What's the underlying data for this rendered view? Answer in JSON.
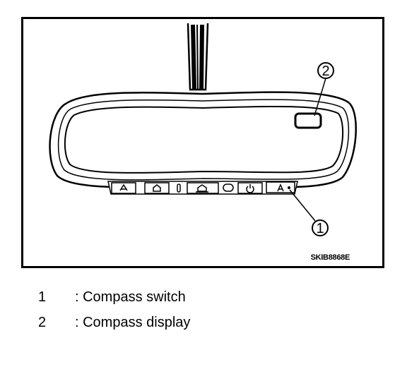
{
  "figure": {
    "code": "SKIB8868E",
    "callouts": [
      {
        "number": "1",
        "target": "compass-switch"
      },
      {
        "number": "2",
        "target": "compass-display"
      }
    ],
    "button_icons": [
      "up-arrow-house-icon",
      "house-icon",
      "indicator-slot",
      "house-arrow-icon",
      "oval-indicator",
      "power-icon",
      "compass-switch-icon"
    ]
  },
  "legend": [
    {
      "number": "1",
      "text": ": Compass switch"
    },
    {
      "number": "2",
      "text": ": Compass display"
    }
  ]
}
